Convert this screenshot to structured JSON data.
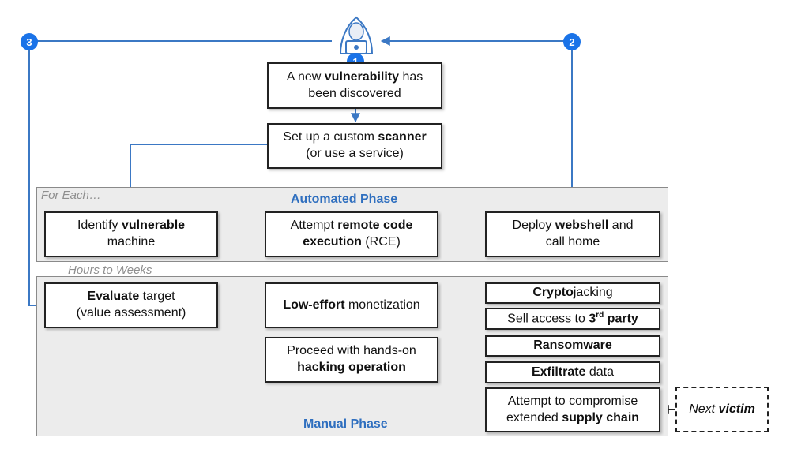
{
  "badges": {
    "one": "1",
    "two": "2",
    "three": "3"
  },
  "phases": {
    "automated": {
      "title": "Automated Phase",
      "note": "For Each…"
    },
    "manual": {
      "title": "Manual Phase",
      "note": "Hours to Weeks"
    }
  },
  "boxes": {
    "vuln": {
      "pre": "A new ",
      "bold": "vulnerability",
      "post": " has",
      "line2": "been discovered"
    },
    "scanner": {
      "pre": "Set up a custom ",
      "bold": "scanner",
      "line2": "(or use a service)"
    },
    "identify": {
      "pre": "Identify ",
      "bold": "vulnerable",
      "line2": "machine"
    },
    "rce": {
      "pre": "Attempt ",
      "bold": "remote code",
      "bold2": "execution",
      "post2": " (RCE)"
    },
    "webshell": {
      "pre": "Deploy ",
      "bold": "webshell",
      "post": " and",
      "line2": "call home"
    },
    "evaluate": {
      "bold": "Evaluate",
      "post": " target",
      "line2": "(value assessment)"
    },
    "lowEffort": {
      "bold": "Low-effort",
      "post": " monetization"
    },
    "handsOn": {
      "line1": "Proceed with hands-on",
      "bold": "hacking operation"
    },
    "crypto": {
      "bold": "Crypto",
      "post": "jacking"
    },
    "sell": {
      "pre": "Sell access to ",
      "bold": "3",
      "sup": "rd",
      "bold2": " party"
    },
    "ransomware": {
      "bold": "Ransomware"
    },
    "exfiltrate": {
      "bold": "Exfiltrate",
      "post": " data"
    },
    "supply": {
      "line1": "Attempt to compromise",
      "pre2": "extended ",
      "bold": "supply chain"
    },
    "nextVictim": {
      "pre": "Next ",
      "bold": "victim"
    }
  },
  "colors": {
    "accent": "#1a73e8",
    "arrow": "#3b78c4",
    "phaseFill": "#ececec"
  },
  "icons": {
    "attacker": "hooded-hacker-icon"
  }
}
